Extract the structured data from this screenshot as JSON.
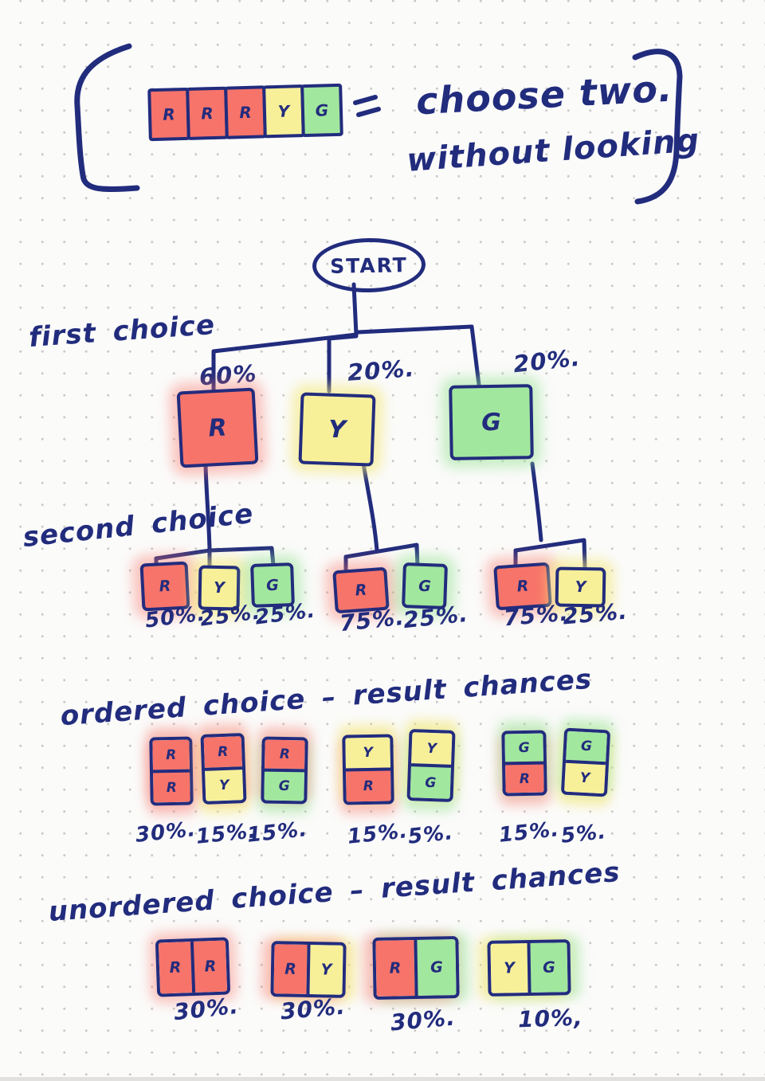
{
  "colors": {
    "ink": "#222c7d",
    "red": "#f7746a",
    "yellow": "#f7f099",
    "green": "#a2e79e",
    "paper": "#fbfbfa"
  },
  "legend": {
    "tiles": [
      {
        "label": "R",
        "color": "red"
      },
      {
        "label": "R",
        "color": "red"
      },
      {
        "label": "R",
        "color": "red"
      },
      {
        "label": "Y",
        "color": "yellow"
      },
      {
        "label": "G",
        "color": "green"
      }
    ],
    "equals": "=",
    "caption_line1": "choose two.",
    "caption_line2": "without looking"
  },
  "tree": {
    "start_label": "START",
    "first_choice_label": "first choice",
    "second_choice_label": "second choice",
    "first_level": [
      {
        "label": "R",
        "color": "red",
        "percent": "60%"
      },
      {
        "label": "Y",
        "color": "yellow",
        "percent": "20%."
      },
      {
        "label": "G",
        "color": "green",
        "percent": "20%."
      }
    ],
    "second_level": [
      {
        "parent": "R",
        "children": [
          {
            "label": "R",
            "color": "red",
            "percent": "50%."
          },
          {
            "label": "Y",
            "color": "yellow",
            "percent": "25%."
          },
          {
            "label": "G",
            "color": "green",
            "percent": "25%."
          }
        ]
      },
      {
        "parent": "Y",
        "children": [
          {
            "label": "R",
            "color": "red",
            "percent": "75%."
          },
          {
            "label": "G",
            "color": "green",
            "percent": "25%."
          }
        ]
      },
      {
        "parent": "G",
        "children": [
          {
            "label": "R",
            "color": "red",
            "percent": "75%."
          },
          {
            "label": "Y",
            "color": "yellow",
            "percent": "25%."
          }
        ]
      }
    ]
  },
  "ordered": {
    "title": "ordered choice – result chances",
    "pairs": [
      {
        "top": "R",
        "bottom": "R",
        "percent": "30%."
      },
      {
        "top": "R",
        "bottom": "Y",
        "percent": "15%."
      },
      {
        "top": "R",
        "bottom": "G",
        "percent": "15%."
      },
      {
        "top": "Y",
        "bottom": "R",
        "percent": "15%."
      },
      {
        "top": "Y",
        "bottom": "G",
        "percent": "5%."
      },
      {
        "top": "G",
        "bottom": "R",
        "percent": "15%."
      },
      {
        "top": "G",
        "bottom": "Y",
        "percent": "5%."
      }
    ]
  },
  "unordered": {
    "title": "unordered choice – result chances",
    "pairs": [
      {
        "left": "R",
        "right": "R",
        "percent": "30%."
      },
      {
        "left": "R",
        "right": "Y",
        "percent": "30%."
      },
      {
        "left": "R",
        "right": "G",
        "percent": "30%."
      },
      {
        "left": "Y",
        "right": "G",
        "percent": "10%,"
      }
    ]
  }
}
